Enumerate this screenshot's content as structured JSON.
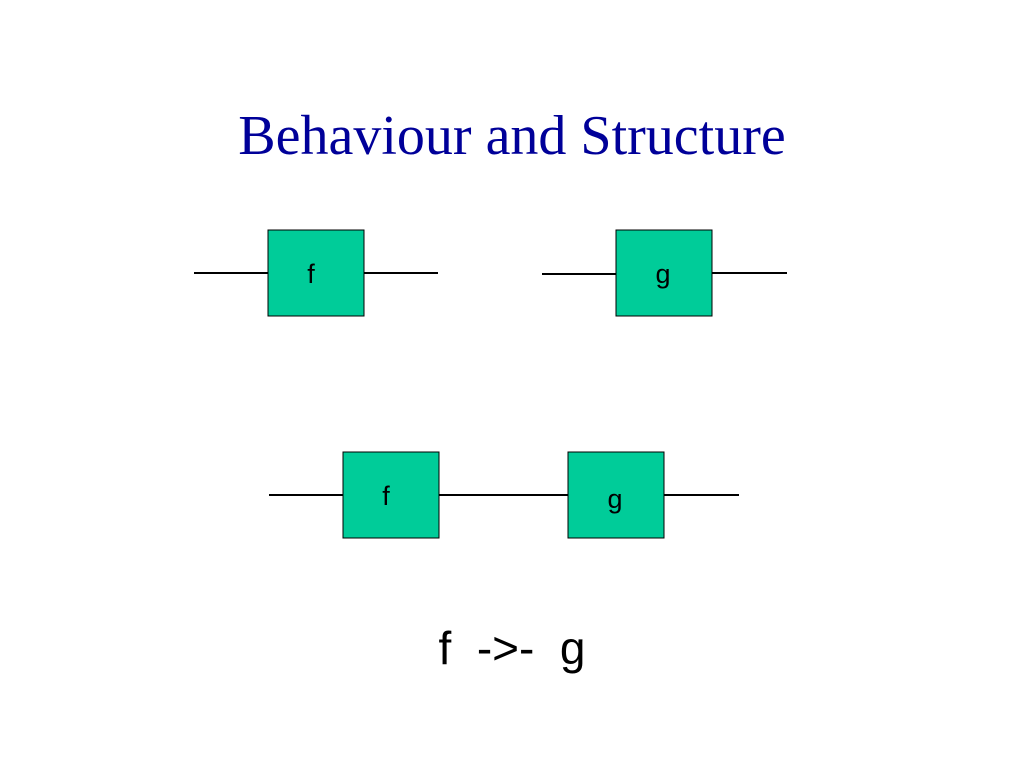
{
  "slide": {
    "title": "Behaviour and Structure"
  },
  "diagram": {
    "separate": {
      "f_label": "f",
      "g_label": "g"
    },
    "composed": {
      "f_label": "f",
      "g_label": "g"
    },
    "box_color": "#00CC99",
    "wire_color": "#000000"
  },
  "formula": {
    "text": "f  ->-  g"
  }
}
